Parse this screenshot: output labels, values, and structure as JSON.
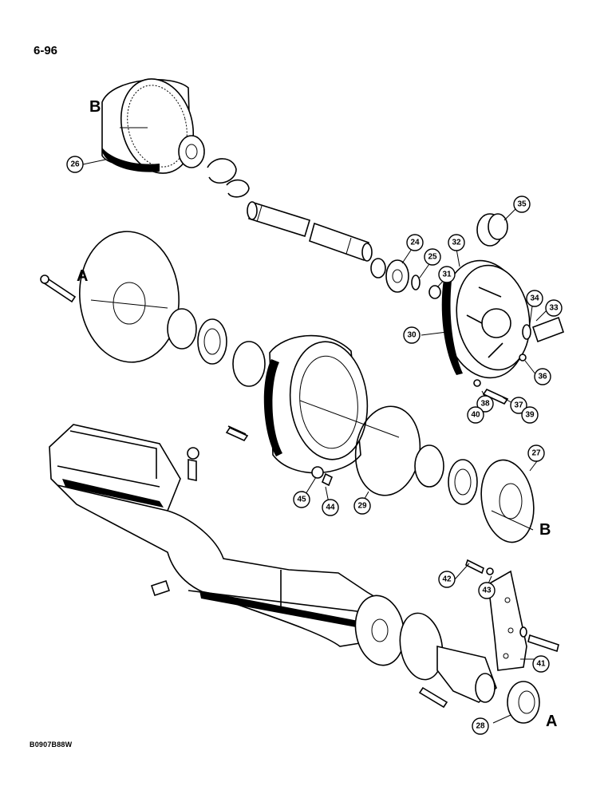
{
  "page_number": "6-96",
  "figure_id": "B0907B88W",
  "reference_letters": [
    "A",
    "B"
  ],
  "callouts": [
    "24",
    "25",
    "26",
    "27",
    "28",
    "29",
    "30",
    "31",
    "32",
    "33",
    "34",
    "35",
    "36",
    "37",
    "38",
    "39",
    "40",
    "41",
    "42",
    "43",
    "44",
    "45"
  ]
}
